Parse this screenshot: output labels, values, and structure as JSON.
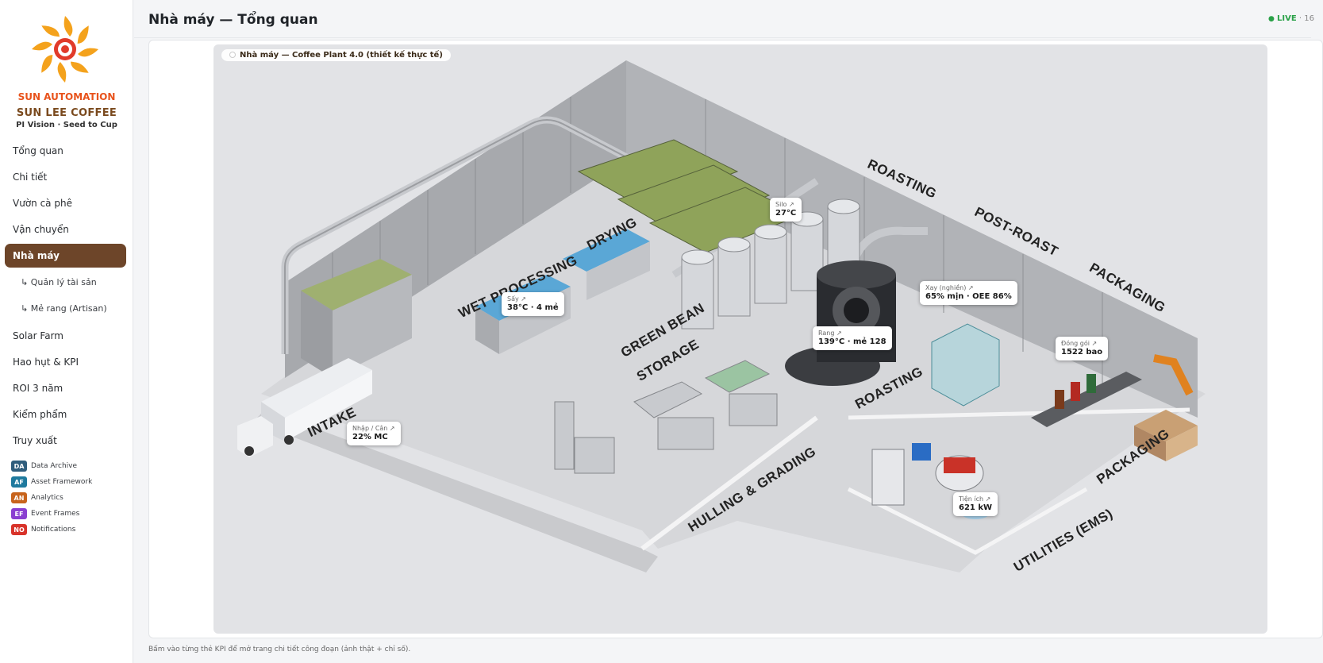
{
  "brand": {
    "company": "SUN AUTOMATION",
    "client": "SUN LEE COFFEE",
    "tagline": "PI Vision · Seed to Cup"
  },
  "header": {
    "title": "Nhà máy — Tổng quan",
    "live_label": "LIVE",
    "live_time": "· 16"
  },
  "nav": {
    "items": [
      {
        "label": "Tổng quan"
      },
      {
        "label": "Chi tiết"
      },
      {
        "label": "Vườn cà phê"
      },
      {
        "label": "Vận chuyển"
      },
      {
        "label": "Nhà máy",
        "active": true
      },
      {
        "label": "↳ Quản lý tài sản"
      },
      {
        "label": "↳ Mẻ rang (Artisan)"
      },
      {
        "label": "Solar Farm"
      },
      {
        "label": "Hao hụt & KPI"
      },
      {
        "label": "ROI 3 năm"
      },
      {
        "label": "Kiểm phẩm"
      },
      {
        "label": "Truy xuất"
      }
    ],
    "pi_modules": [
      {
        "code": "DA",
        "label": "Data Archive",
        "color": "#2f5d7c"
      },
      {
        "code": "AF",
        "label": "Asset Framework",
        "color": "#1f7a9e"
      },
      {
        "code": "AN",
        "label": "Analytics",
        "color": "#c8641c"
      },
      {
        "code": "EF",
        "label": "Event Frames",
        "color": "#8a3fd1"
      },
      {
        "code": "NO",
        "label": "Notifications",
        "color": "#d8332a"
      }
    ]
  },
  "plant": {
    "caption": "Nhà máy — Coffee Plant 4.0 (thiết kế thực tế)",
    "zones": {
      "intake": "INTAKE",
      "wet": "WET PROCESSING",
      "drying": "DRYING",
      "green": "GREEN BEAN",
      "storage": "STORAGE",
      "hulling": "HULLING & GRADING",
      "roasting_top": "ROASTING",
      "roasting_floor": "ROASTING",
      "postroast": "POST-ROAST",
      "packaging_top": "PACKAGING",
      "packaging_floor": "PACKAGING",
      "utilities": "UTILITIES (EMS)"
    },
    "kpis": {
      "intake": {
        "label": "Nhập / Cân ↗",
        "value": "22% MC"
      },
      "dryer": {
        "label": "Sấy ↗",
        "value": "38°C · 4 mẻ"
      },
      "silo": {
        "label": "Silo ↗",
        "value": "27°C"
      },
      "roast": {
        "label": "Rang ↗",
        "value": "139°C · mẻ 128"
      },
      "grind": {
        "label": "Xay (nghiền) ↗",
        "value": "65% mịn · OEE 86%"
      },
      "pack": {
        "label": "Đóng gói ↗",
        "value": "1522 bao"
      },
      "utility": {
        "label": "Tiện ích ↗",
        "value": "621 kW"
      }
    }
  },
  "footnote": "Bấm vào từng thẻ KPI để mở trang chi tiết công đoạn (ảnh thật + chỉ số)."
}
